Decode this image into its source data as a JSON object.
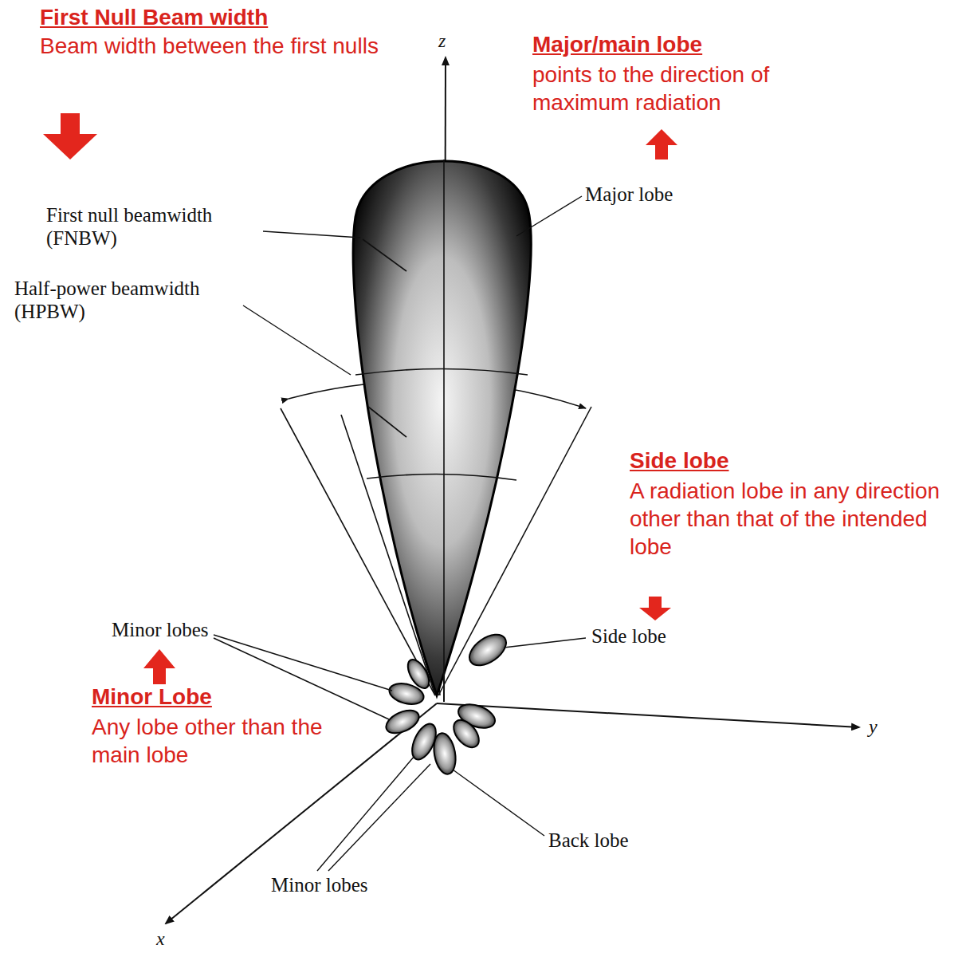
{
  "diagram": {
    "labels": [
      "First Null Beam width",
      "Beam width between the first nulls",
      "z",
      "Major/main lobe",
      "points to the direction of maximum radiation",
      "Major lobe",
      "First null beamwidth (FNBW)",
      "Half-power beamwidth (HPBW)",
      "Side lobe",
      "A radiation lobe in any direction other than that of the intended lobe",
      "Side lobe",
      "Minor lobes",
      "Minor Lobe",
      "Any lobe other than the main lobe",
      "y",
      "Back lobe",
      "Minor lobes",
      "x"
    ]
  }
}
